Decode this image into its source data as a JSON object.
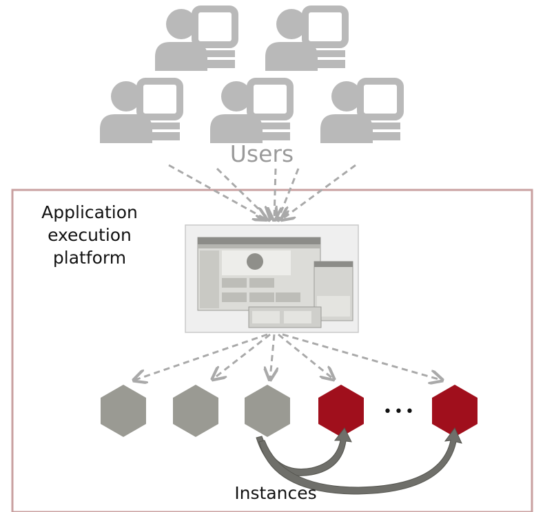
{
  "labels": {
    "users": "Users",
    "platform": "Application\nexecution\nplatform",
    "instances": "Instances",
    "ellipsis": "•••"
  },
  "colors": {
    "user_icon": "#b9b9b9",
    "arrow": "#a9a9a9",
    "frame": "#c9a0a0",
    "instance_gray": "#9a9a93",
    "instance_red": "#a00f1c",
    "migration_arrow": "#6f6f6a"
  },
  "instances": [
    {
      "state": "gray"
    },
    {
      "state": "gray"
    },
    {
      "state": "gray"
    },
    {
      "state": "red"
    },
    {
      "state": "red"
    }
  ],
  "icons": [
    "user-at-computer-icon",
    "hexagon-instance-icon",
    "dashed-arrow-icon",
    "curved-arrow-icon",
    "app-screenshot-icon"
  ]
}
